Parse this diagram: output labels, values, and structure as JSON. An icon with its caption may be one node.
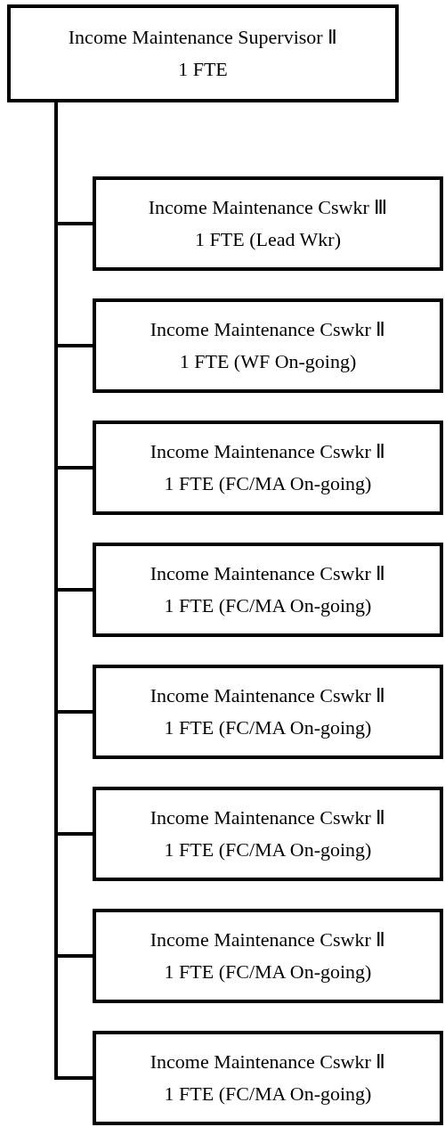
{
  "diagram": {
    "nodes": [
      {
        "text": [
          "Income Maintenance Supervisor Ⅱ",
          "1 FTE"
        ]
      },
      {
        "text": [
          "Income Maintenance Cswkr Ⅲ",
          "1 FTE (Lead Wkr)"
        ]
      },
      {
        "text": [
          "Income Maintenance Cswkr Ⅱ",
          "1 FTE (WF On-going)"
        ]
      },
      {
        "text": [
          "Income Maintenance Cswkr Ⅱ",
          "1 FTE (FC/MA On-going)"
        ]
      },
      {
        "text": [
          "Income Maintenance Cswkr Ⅱ",
          "1 FTE (FC/MA On-going)"
        ]
      },
      {
        "text": [
          "Income Maintenance Cswkr Ⅱ",
          "1 FTE (FC/MA On-going)"
        ]
      },
      {
        "text": [
          "Income Maintenance Cswkr Ⅱ",
          "1 FTE (FC/MA On-going)"
        ]
      },
      {
        "text": [
          "Income Maintenance Cswkr Ⅱ",
          "1 FTE (FC/MA On-going)"
        ]
      },
      {
        "text": [
          "Income Maintenance Cswkr Ⅱ",
          "1 FTE (FC/MA On-going)"
        ]
      }
    ],
    "edges": [
      {
        "from": 0,
        "to": 1,
        "arrow": "none"
      },
      {
        "from": 0,
        "to": 2,
        "arrow": "none"
      },
      {
        "from": 0,
        "to": 3,
        "arrow": "none"
      },
      {
        "from": 0,
        "to": 4,
        "arrow": "none"
      },
      {
        "from": 0,
        "to": 5,
        "arrow": "none"
      },
      {
        "from": 0,
        "to": 6,
        "arrow": "none"
      },
      {
        "from": 0,
        "to": 7,
        "arrow": "none"
      },
      {
        "from": 0,
        "to": 8,
        "arrow": "none"
      }
    ]
  }
}
